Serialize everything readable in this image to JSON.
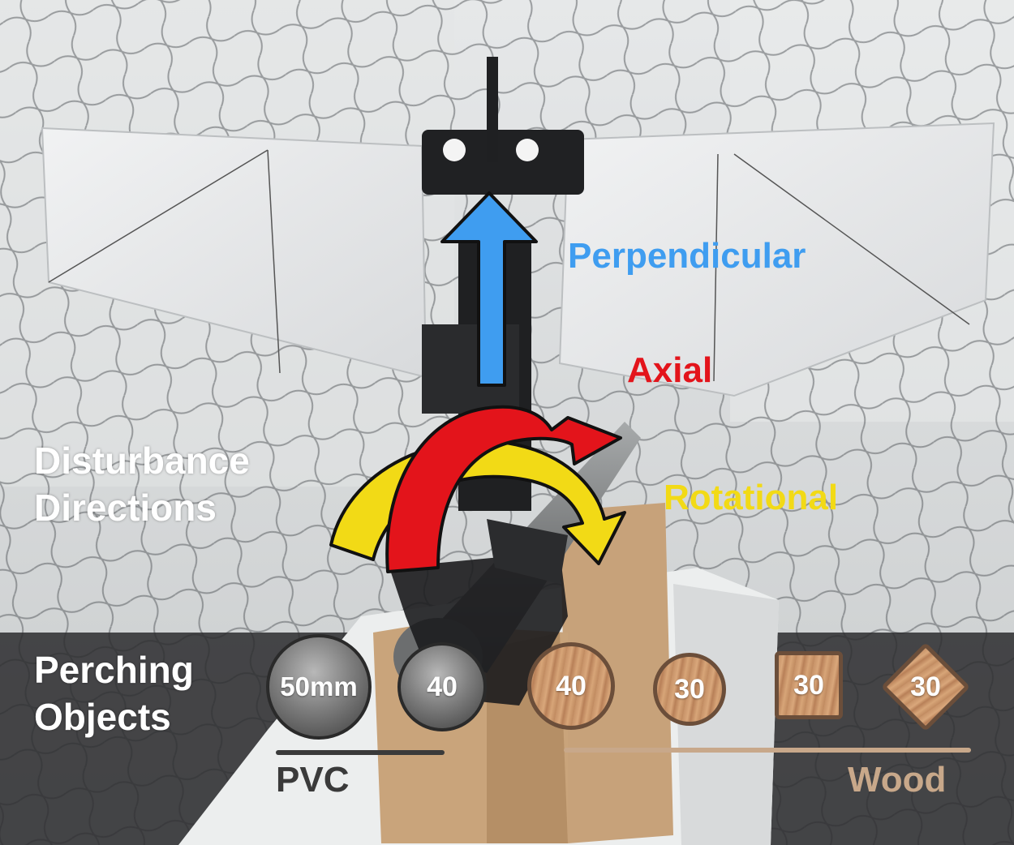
{
  "labels": {
    "perpendicular": "Perpendicular",
    "axial": "Axial",
    "rotational": "Rotational",
    "disturbance": "Disturbance\nDirections",
    "perching": "Perching\nObjects",
    "pvc": "PVC",
    "wood": "Wood"
  },
  "objects": {
    "pvc_50": "50mm",
    "pvc_40": "40",
    "wood_circle_40": "40",
    "wood_circle_30": "30",
    "wood_square_30": "30",
    "wood_diamond_30": "30"
  },
  "colors": {
    "perpendicular": "#3f9df0",
    "axial": "#e3141b",
    "rotational": "#f2da16",
    "pvc_group": "#3a3a3a",
    "wood_group": "#c8a88a"
  }
}
